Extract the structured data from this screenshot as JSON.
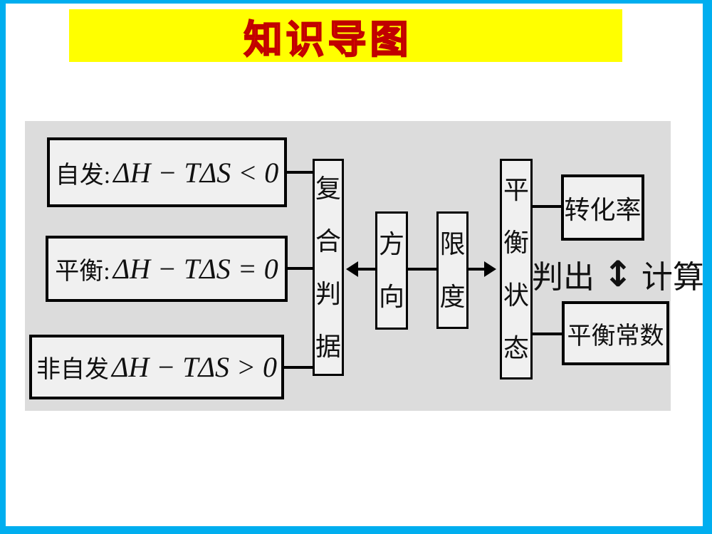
{
  "title": "知识导图",
  "colors": {
    "border": "#00AEEF",
    "banner": "#FFFF00",
    "title_text": "#FF1A00",
    "panel": "#DCDCDC",
    "node_fill": "#F0F0F0",
    "line": "#000000"
  },
  "diagram": {
    "left_boxes": [
      {
        "label": "自发:",
        "math": "ΔH − TΔS < 0"
      },
      {
        "label": "平衡:",
        "math": "ΔH − TΔS = 0"
      },
      {
        "label": "非自发",
        "math": "ΔH − TΔS > 0"
      }
    ],
    "criterion": "复合判据",
    "direction": "方向",
    "extent": "限度",
    "equilibrium_state": "平衡状态",
    "conversion": "转化率",
    "constant": "平衡常数",
    "judge": "判出",
    "arrow_updown": "↕",
    "calculate": "计算"
  }
}
